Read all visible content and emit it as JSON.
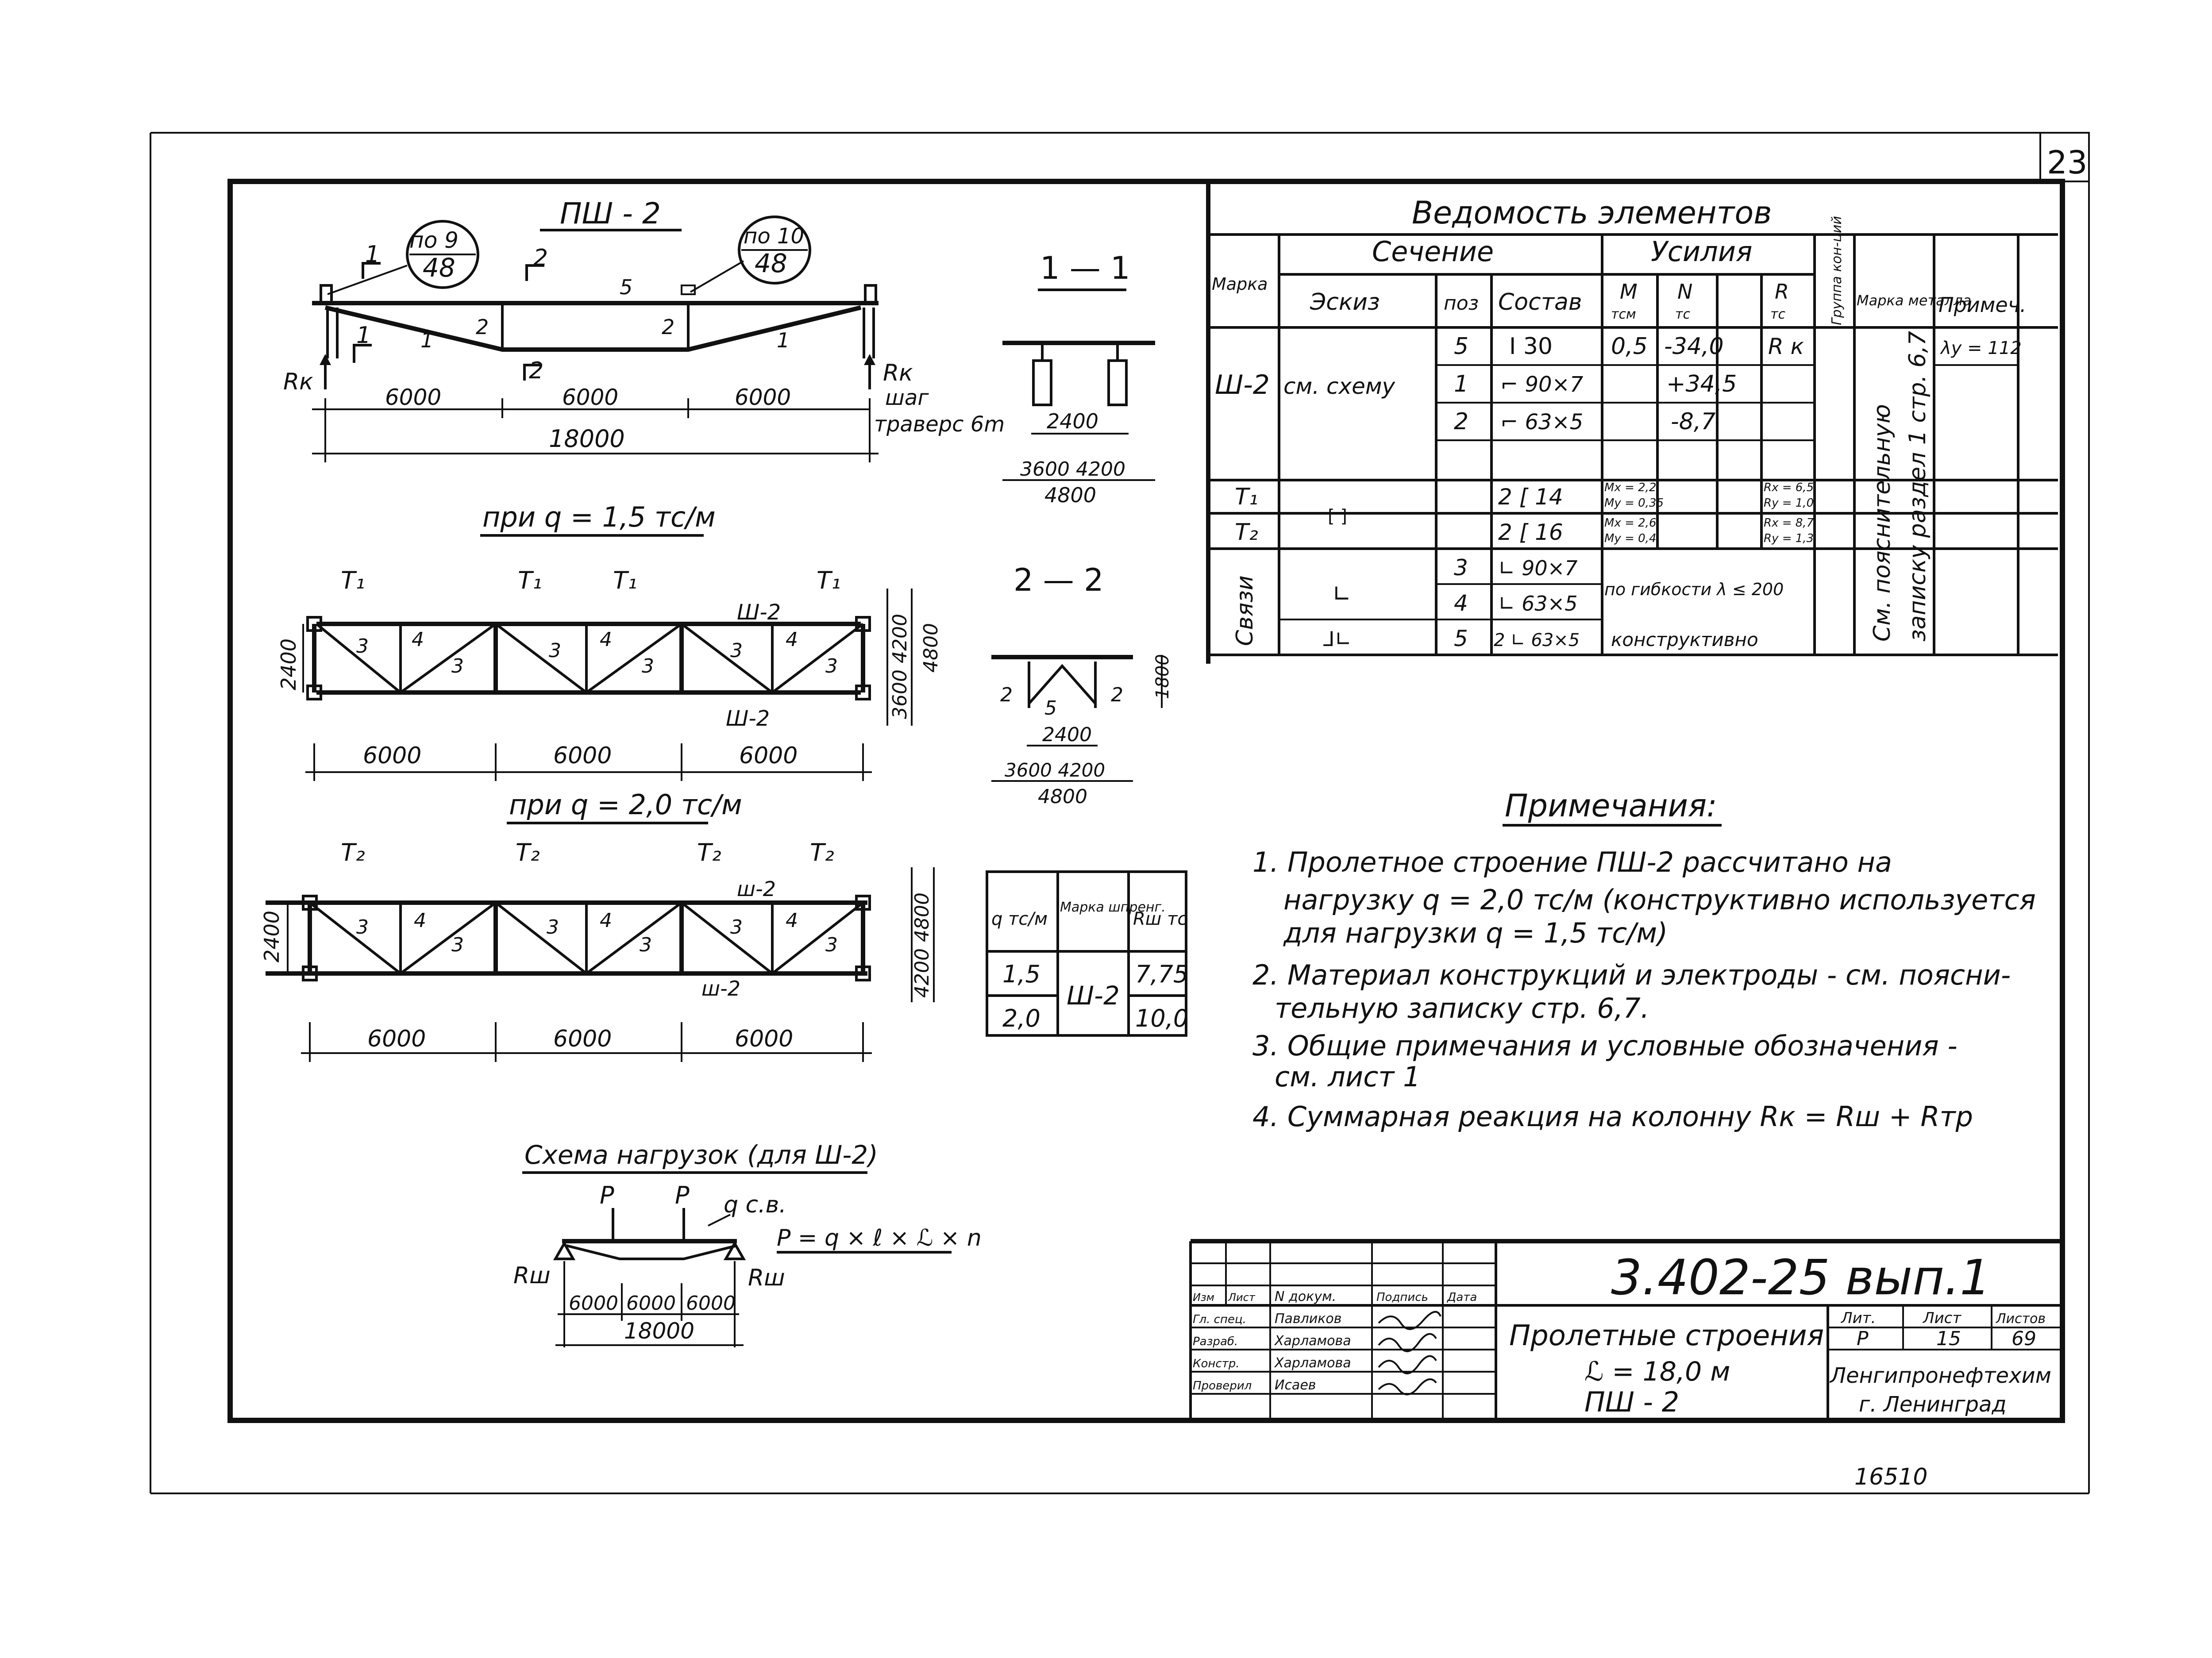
{
  "page": {
    "sheet_number": "23",
    "inventory_number": "16510"
  },
  "truss_elevation": {
    "title": "ПШ - 2",
    "node_ref_left": "по 9",
    "node_ref_left_sheet": "48",
    "node_ref_right": "по 10",
    "node_ref_right_sheet": "48",
    "section_marks": [
      "1",
      "2",
      "2",
      "1"
    ],
    "member_labels": [
      "5",
      "2",
      "2",
      "1",
      "1"
    ],
    "support_left": "Rк",
    "support_right": "Rк",
    "spans": [
      "6000",
      "6000",
      "6000"
    ],
    "total": "18000",
    "note_line1": "шаг",
    "note_line2": "траверс 6m"
  },
  "plan_q15": {
    "title": "при q = 1,5 тс/м",
    "tie_labels": [
      "T₁",
      "T₁",
      "T₁",
      "T₁"
    ],
    "truss_labels": [
      "Ш-2",
      "Ш-2"
    ],
    "member_labels": [
      "3",
      "4",
      "3",
      "3",
      "4",
      "3",
      "3",
      "4",
      "3"
    ],
    "width_left": "2400",
    "width_right": "3600 4200",
    "width_total": "4800",
    "spans": [
      "6000",
      "6000",
      "6000"
    ]
  },
  "plan_q20": {
    "title": "при q = 2,0 тс/м",
    "tie_labels": [
      "T₂",
      "T₂",
      "T₂",
      "T₂"
    ],
    "truss_labels": [
      "ш-2",
      "ш-2"
    ],
    "member_labels": [
      "3",
      "4",
      "3",
      "3",
      "4",
      "3",
      "3",
      "4",
      "3"
    ],
    "width_left": "2400",
    "width_right": "4200 4800",
    "spans": [
      "6000",
      "6000",
      "6000"
    ]
  },
  "section_1_1": {
    "title": "1 — 1",
    "dim_inner": "2400",
    "dim_mid": "3600 4200",
    "dim_total": "4800"
  },
  "section_2_2": {
    "title": "2 — 2",
    "dim_height": "1800",
    "members": [
      "2",
      "5",
      "2"
    ],
    "dim_inner": "2400",
    "dim_mid": "3600 4200",
    "dim_total": "4800"
  },
  "small_table": {
    "headers": [
      "q тс/м",
      "Марка шпренг.",
      "Rш тс"
    ],
    "rows": [
      [
        "1,5",
        "Ш-2",
        "7,75"
      ],
      [
        "2,0",
        "",
        "10,0"
      ]
    ]
  },
  "load_scheme": {
    "title": "Схема нагрузок (для Ш-2)",
    "load_p1": "P",
    "load_p2": "P",
    "load_q": "q с.в.",
    "formula": "P = q × ℓ × ℒ × n",
    "support_left": "Rш",
    "support_right": "Rш",
    "spans": [
      "6000",
      "6000",
      "6000"
    ],
    "total": "18000"
  },
  "element_table": {
    "title": "Ведомость элементов",
    "head": {
      "marka": "Марка",
      "section": "Сечение",
      "forces": "Усилия",
      "group": "Группа кон-ций",
      "steel": "Марка металла",
      "note": "Примеч.",
      "sketch": "Эскиз",
      "pos": "поз",
      "composition": "Состав",
      "m": "M",
      "m_unit": "тсм",
      "n": "N",
      "n_unit": "тс",
      "r": "R",
      "r_unit": "тс"
    },
    "sh2": {
      "marka": "Ш-2",
      "sketch": "см. схему",
      "rows": [
        {
          "pos": "5",
          "comp": "Ι 30",
          "m": "0,5",
          "n": "-34,0",
          "r": "R к",
          "note": "λy = 112"
        },
        {
          "pos": "1",
          "comp": "⌐ 90×7",
          "m": "",
          "n": "+34,5",
          "r": "",
          "note": ""
        },
        {
          "pos": "2",
          "comp": "⌐ 63×5",
          "m": "",
          "n": "-8,7",
          "r": "",
          "note": ""
        }
      ]
    },
    "ties": [
      {
        "marka": "T₁",
        "comp": "2 [ 14",
        "m1": "Mx = 2,2",
        "m2": "My = 0,35",
        "r1": "Rx = 6,5",
        "r2": "Ry = 1,0"
      },
      {
        "marka": "T₂",
        "comp": "2 [ 16",
        "m1": "Mx = 2,6",
        "m2": "My = 0,4",
        "r1": "Rx = 8,7",
        "r2": "Ry = 1,3"
      }
    ],
    "tie_sketch": "[ ]",
    "bracing": {
      "marka": "Связи",
      "rows": [
        {
          "pos": "3",
          "comp": "∟ 90×7",
          "sketch": "∟"
        },
        {
          "pos": "4",
          "comp": "∟ 63×5",
          "sketch": ""
        },
        {
          "pos": "5",
          "comp": "2 ∟ 63×5",
          "sketch": "⅃∟"
        }
      ],
      "force_note1": "по гибкости λ ≤ 200",
      "force_note2": "конструктивно"
    },
    "steel_note_line1": "См. пояснительную",
    "steel_note_line2": "записку раздел 1 стр. 6,7"
  },
  "notes": {
    "title": "Примечания:",
    "items": [
      "1. Пролетное строение ПШ-2 рассчитано на",
      "нагрузку q = 2,0 тс/м (конструктивно используется",
      "для нагрузки q = 1,5 тс/м)",
      "2. Материал конструкций и электроды - см. поясни-",
      "тельную записку стр. 6,7.",
      "3. Общие примечания и условные обозначения -",
      "см. лист 1",
      "4. Суммарная реакция на колонну Rк = Rш + Rтр"
    ]
  },
  "title_block": {
    "code": "3.402-25 вып.1",
    "headers": [
      "Изм",
      "Лист",
      "N докум.",
      "Подпись",
      "Дата"
    ],
    "rows": [
      [
        "Гл. спец.",
        "Павликов"
      ],
      [
        "Разраб.",
        "Харламова"
      ],
      [
        "Констр.",
        "Харламова"
      ],
      [
        "Проверил",
        "Исаев"
      ]
    ],
    "name_line1": "Пролетные строения",
    "name_line2": "ℒ = 18,0 м",
    "name_line3": "ПШ - 2",
    "stage_label": "Лит.",
    "sheet_label": "Лист",
    "sheets_label": "Листов",
    "stage": "Р",
    "sheet": "15",
    "sheets": "69",
    "org_line1": "Ленгипронефтехим",
    "org_line2": "г. Ленинград"
  }
}
